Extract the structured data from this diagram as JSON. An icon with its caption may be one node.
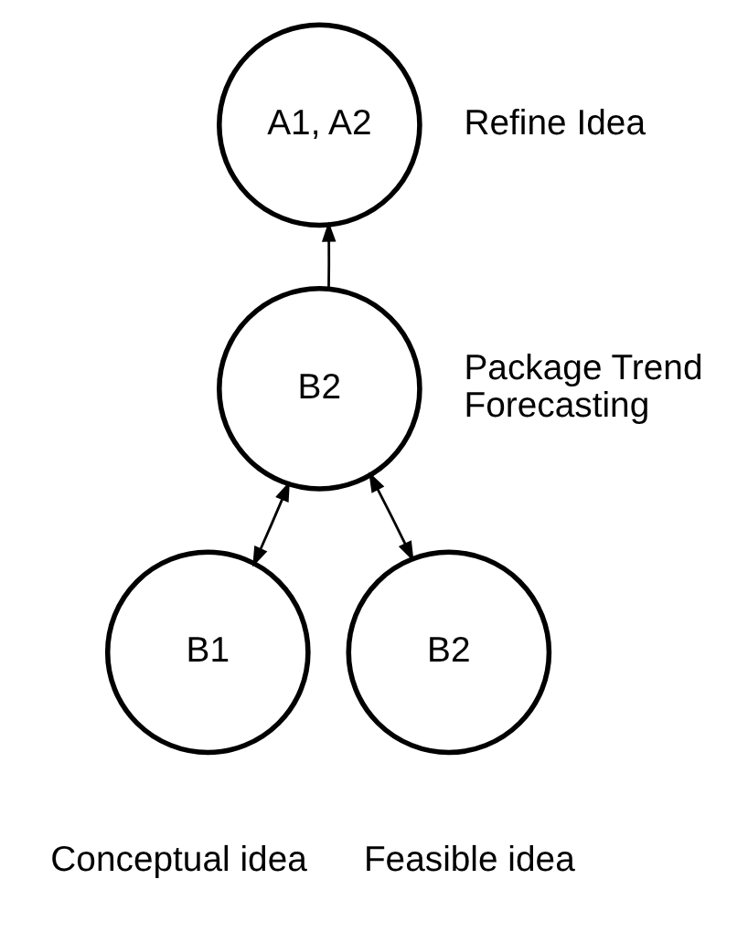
{
  "diagram": {
    "nodes": [
      {
        "text": [
          "A1, A2"
        ],
        "beside": [
          "Refine Idea"
        ]
      },
      {
        "text": [
          "B2"
        ],
        "beside": [
          "Package Trend Forecasting"
        ]
      },
      {
        "text": [
          "B1"
        ],
        "beside": [
          "Conceptual idea"
        ]
      },
      {
        "text": [
          "B2"
        ],
        "beside": [
          "Feasible idea"
        ]
      }
    ],
    "edges": [
      {
        "from": 1,
        "to": 0,
        "arrow": "to"
      },
      {
        "from": 1,
        "to": 2,
        "arrow": "both"
      },
      {
        "from": 1,
        "to": 3,
        "arrow": "both"
      }
    ]
  }
}
